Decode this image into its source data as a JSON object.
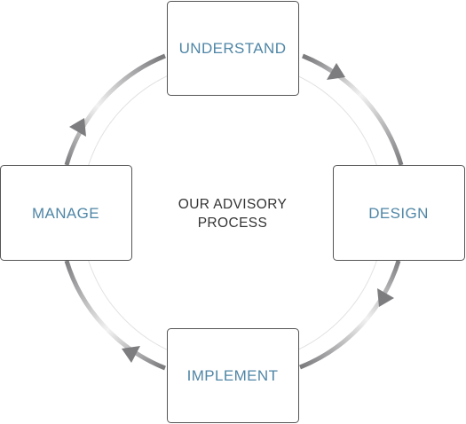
{
  "diagram": {
    "center_lines": [
      "OUR ADVISORY",
      "PROCESS"
    ],
    "steps": [
      {
        "label": "UNDERSTAND"
      },
      {
        "label": "DESIGN"
      },
      {
        "label": "IMPLEMENT"
      },
      {
        "label": "MANAGE"
      }
    ]
  },
  "colors": {
    "label_text": "#4f86a6",
    "center_text": "#333333",
    "box_border": "#555555",
    "arrow_dark": "#7d7d80",
    "arrow_light": "#f2f2f2",
    "inner_ring": "#e2e2e2"
  }
}
